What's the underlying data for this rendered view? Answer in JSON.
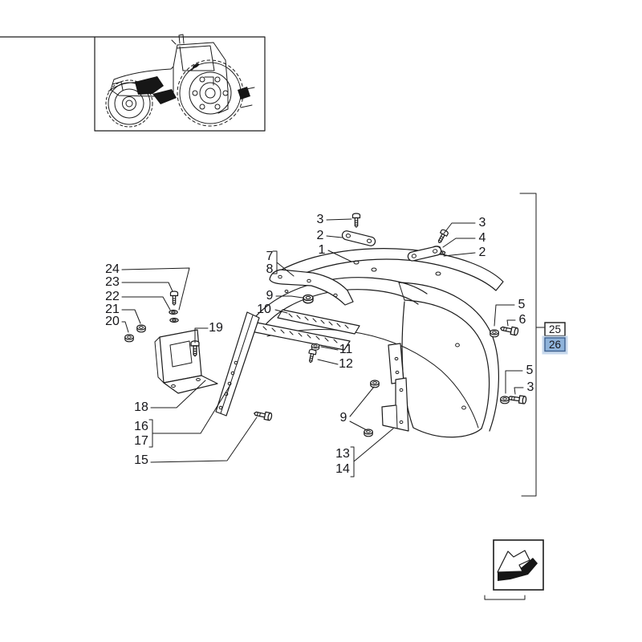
{
  "colors": {
    "line": "#1b1b1b",
    "background": "#ffffff",
    "ref26_fill": "#8fb3da",
    "ref26_halo": "#c7d8ec",
    "ref26_border": "#3c5f8e",
    "ref25_border": "#1b1b1b"
  },
  "thumbnail": {
    "icon": "tractor-line-art"
  },
  "nav": {
    "icon": "previous-diagram-arrow-icon"
  },
  "callouts": [
    "3",
    "2",
    "1",
    "3",
    "4",
    "2",
    "7",
    "8",
    "9",
    "10",
    "11",
    "12",
    "24",
    "23",
    "22",
    "21",
    "20",
    "19",
    "18",
    "16",
    "17",
    "15",
    "9",
    "13",
    "14",
    "5",
    "6",
    "5",
    "3"
  ],
  "ref_boxes": {
    "r25": "25",
    "r26": "26"
  }
}
